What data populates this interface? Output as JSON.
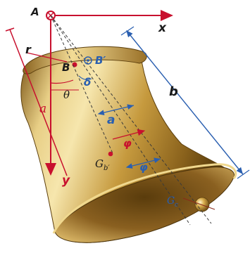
{
  "labels": {
    "origin": "A",
    "x_axis": "x",
    "y_axis": "y",
    "r": "r",
    "a_left": "a",
    "theta": "θ",
    "B": "B",
    "B_prime": "B′",
    "delta": "δ",
    "a_mid": "a",
    "phi_upper": "φ",
    "phi_lower": "φ",
    "b": "b",
    "Gb_main": "G",
    "Gb_sub": "b′",
    "Gc_main": "G",
    "Gc_sub": "c"
  },
  "colors": {
    "axis_red": "#c8102e",
    "dim_blue": "#2a5fb0",
    "bell_gold": "#c9a24a",
    "bell_dark": "#6b4a12",
    "dashed": "#3a3a3a"
  }
}
